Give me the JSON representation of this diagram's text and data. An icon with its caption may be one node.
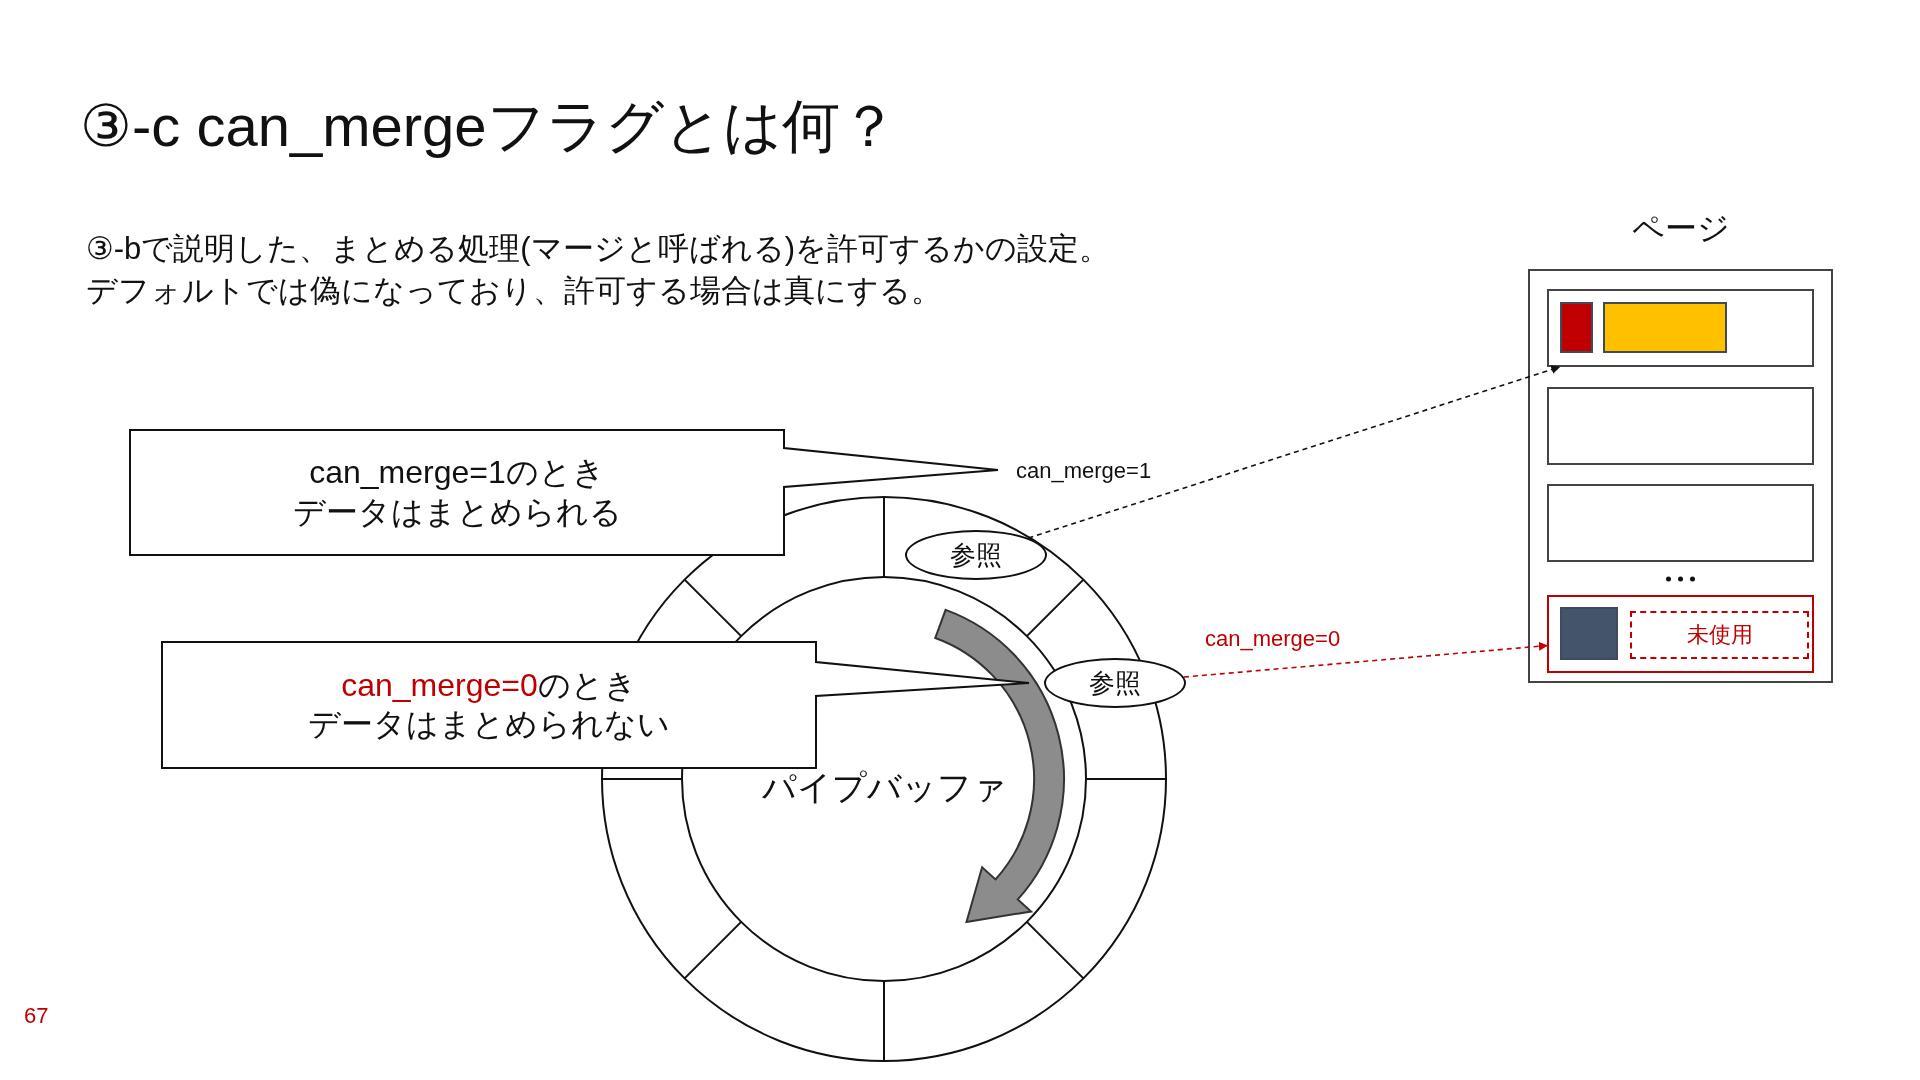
{
  "diagram": {
    "title": "③-c can_mergeフラグとは何？",
    "nodes": [
      {
        "text": [
          "can_merge=1のとき",
          "データはまとめられる"
        ]
      },
      {
        "text": [
          "パイプバッファ"
        ]
      },
      {
        "text": [
          "参照"
        ],
        "in": 1
      },
      {
        "text": [
          "参照"
        ]
      },
      {
        "text": [
          "can_merge=0",
          "のとき",
          "データはまとめられない"
        ]
      },
      {
        "text": [
          "ページ"
        ]
      },
      {
        "text": [],
        "shape": "box",
        "in": 5
      },
      {
        "text": [],
        "shape": "box",
        "in": 6
      },
      {
        "text": [],
        "shape": "box",
        "in": 6
      },
      {
        "text": [],
        "shape": "box",
        "in": 5
      },
      {
        "text": [],
        "shape": "box",
        "in": 5
      },
      {
        "text": [],
        "shape": "box",
        "in": 5
      },
      {
        "text": [],
        "shape": "box",
        "in": 11
      },
      {
        "text": [
          "未使用"
        ],
        "in": 11
      }
    ],
    "edges": [
      {
        "from": 2,
        "to": 6,
        "arrow": "to",
        "style": "dashed",
        "label": "can_merge=1"
      },
      {
        "from": 3,
        "to": 11,
        "arrow": "to",
        "style": "dashed",
        "color": "#c00000",
        "label": "can_merge=0"
      }
    ],
    "labels": [
      "③-bで説明した、まとめる処理(マージと呼ばれる)を許可するかの設定。",
      "デフォルトでは偽になっており、許可する場合は真にする。",
      "67"
    ]
  }
}
